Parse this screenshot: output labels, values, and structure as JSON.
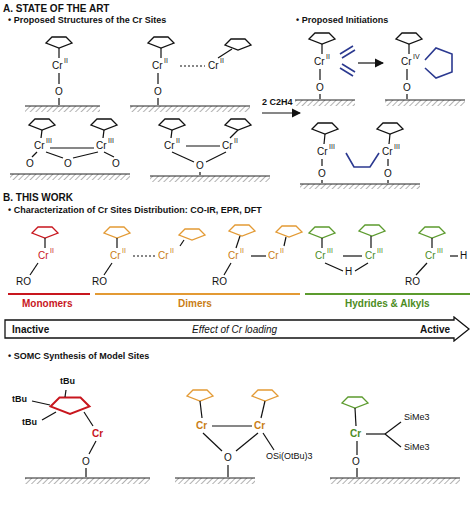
{
  "diagram": {
    "nodes": [
      {
        "text": [
          "Inactive",
          "Effect of Cr loading",
          "Active"
        ]
      }
    ],
    "labels": [
      "A. STATE OF THE ART",
      "• Proposed Structures of the Cr Sites",
      "• Proposed Initiations",
      "Cr",
      "II",
      "O",
      "Cr",
      "II",
      "Cr",
      "II",
      "O",
      "Cr",
      "III",
      "Cr",
      "III",
      "O",
      "O",
      "O",
      "Cr",
      "II",
      "Cr",
      "II",
      "O",
      "2 C2H4",
      "Cr",
      "II",
      "O",
      "Cr",
      "IV",
      "O",
      "Cr",
      "III",
      "Cr",
      "III",
      "O",
      "O",
      "B. THIS WORK",
      "• Characterization of Cr Sites Distribution: CO-IR, EPR, DFT",
      "Cr",
      "II",
      "RO",
      "RO",
      "Cr",
      "II",
      "Cr",
      "II",
      "RO",
      "Cr",
      "II",
      "Cr",
      "II",
      "Cr",
      "III",
      "H",
      "Cr",
      "III",
      "Cr",
      "III",
      "H",
      "RO",
      "Monomers",
      "Dimers",
      "Hydrides & Alkyls",
      "• SOMC Synthesis of Model Sites",
      "tBu",
      "tBu",
      "tBu",
      "Cr",
      "O",
      "Cr",
      "Cr",
      "O",
      "OSi(OtBu)3",
      "Cr",
      "SiMe3",
      "SiMe3",
      "O"
    ]
  }
}
